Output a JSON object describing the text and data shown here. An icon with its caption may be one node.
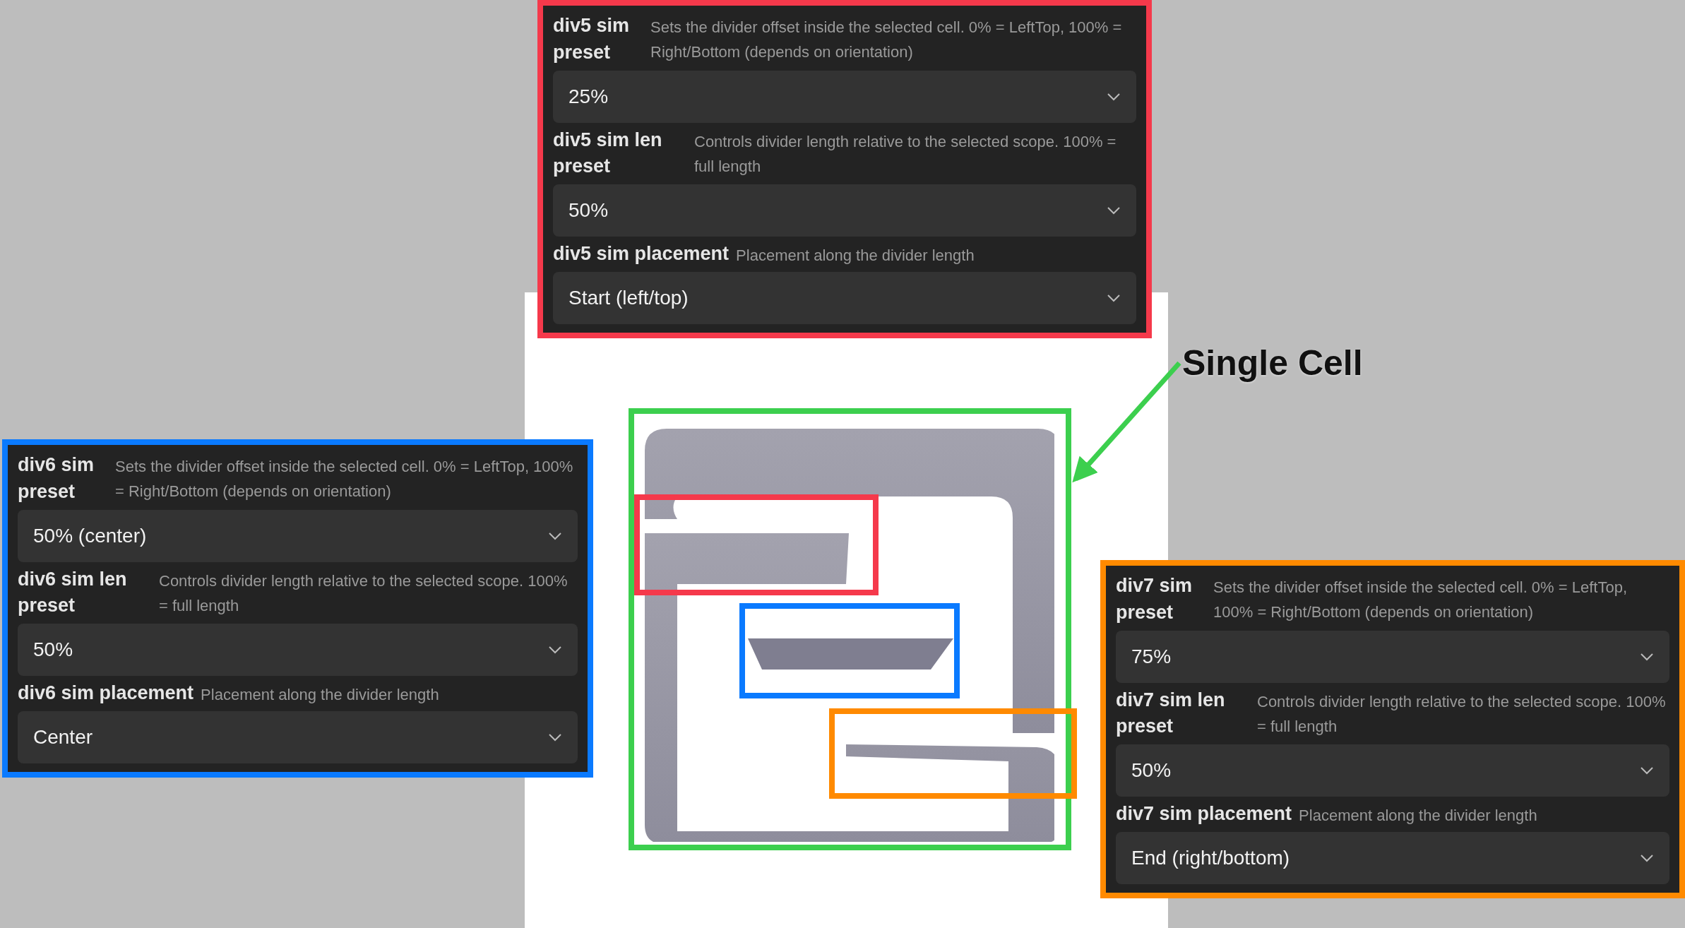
{
  "diagram": {
    "nodes": [
      {
        "text": [
          "div5 sim preset",
          "Sets the divider offset inside the selected cell. 0% = LeftTop, 100% = Right/Bottom (depends on orientation)",
          "25%",
          "div5 sim len preset",
          "Controls divider length relative to the selected scope. 100% = full length",
          "50%",
          "div5 sim placement",
          "Placement along the divider length",
          "Start (left/top)"
        ]
      },
      {
        "text": [
          "div6 sim preset",
          "Sets the divider offset inside the selected cell. 0% = LeftTop, 100% = Right/Bottom (depends on orientation)",
          "50% (center)",
          "div6 sim len preset",
          "Controls divider length relative to the selected scope. 100% = full length",
          "50%",
          "div6 sim placement",
          "Placement along the divider length",
          "Center"
        ]
      },
      {
        "text": [
          "div7 sim preset",
          "Sets the divider offset inside the selected cell. 0% = LeftTop, 100% = Right/Bottom (depends on orientation)",
          "75%",
          "div7 sim len preset",
          "Controls divider length relative to the selected scope. 100% = full length",
          "50%",
          "div7 sim placement",
          "Placement along the divider length",
          "End (right/bottom)"
        ]
      },
      {
        "text": [
          "Single Cell"
        ]
      },
      {
        "text": [],
        "shape": "box"
      },
      {
        "text": [],
        "shape": "box",
        "in": 4
      },
      {
        "text": [],
        "shape": "box",
        "in": 4
      },
      {
        "text": [],
        "shape": "box",
        "in": 4
      }
    ],
    "edges": [
      {
        "from": 3,
        "to": 4,
        "arrow": "to"
      }
    ]
  }
}
